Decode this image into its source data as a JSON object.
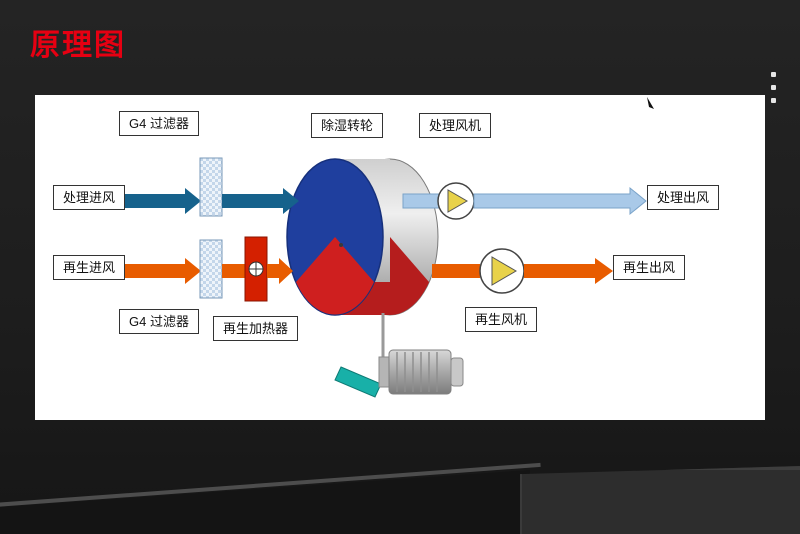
{
  "title": "原理图",
  "colors": {
    "accent_red": "#e60012",
    "process_dark_blue": "#16628c",
    "process_light_blue": "#a9c9e8",
    "regen_orange": "#e85c00",
    "wheel_blue": "#1f3f9e",
    "wheel_red": "#cf1f1f",
    "heater_red": "#d42000",
    "fan_triangle_yellow": "#e8d24a"
  },
  "diagram": {
    "labels": {
      "filter_top": "G4 过滤器",
      "wheel": "除湿转轮",
      "process_fan": "处理风机",
      "process_inlet": "处理进风",
      "process_outlet": "处理出风",
      "regen_inlet": "再生进风",
      "regen_outlet": "再生出风",
      "filter_bottom": "G4 过滤器",
      "regen_heater": "再生加热器",
      "regen_fan": "再生风机"
    }
  }
}
